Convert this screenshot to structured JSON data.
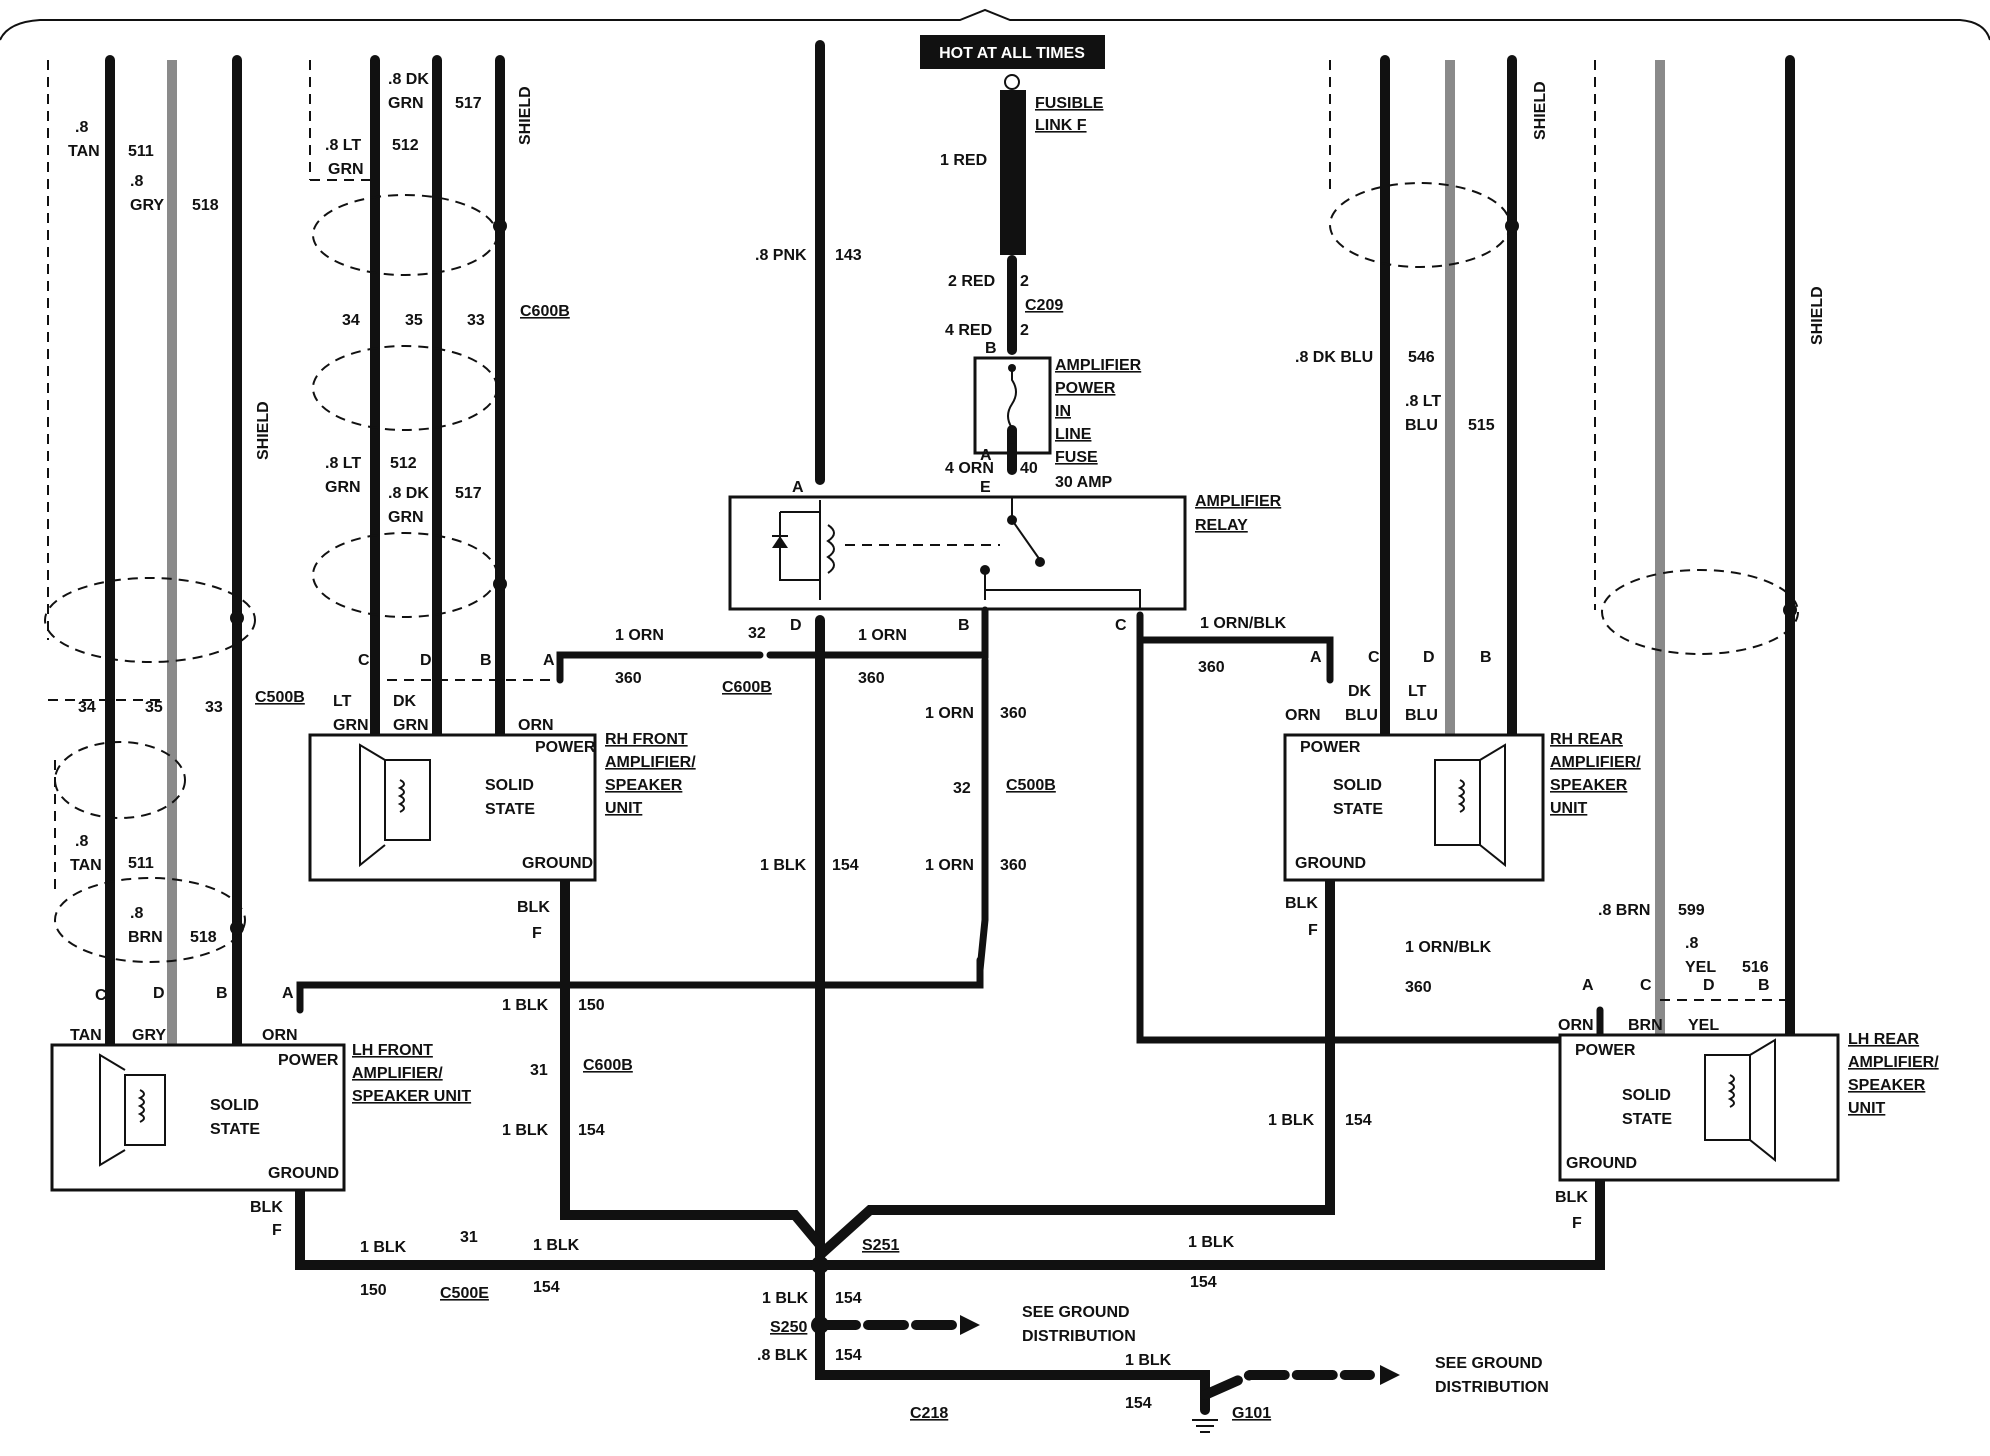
{
  "header": {
    "hot_label": "HOT AT ALL TIMES"
  },
  "fuse_section": {
    "fusible_link_1": "FUSIBLE",
    "fusible_link_2": "LINK F",
    "wire_red_1": "1 RED",
    "wire_red_2": "2 RED",
    "pin_2a": "2",
    "c209": "C209",
    "wire_red_4": "4 RED",
    "pin_2b": "2",
    "pin_b": "B",
    "amp_fuse_1": "AMPLIFIER",
    "amp_fuse_2": "POWER",
    "amp_fuse_3": "IN",
    "amp_fuse_4": "LINE",
    "amp_fuse_5": "FUSE",
    "amp_fuse_6": "30 AMP",
    "pin_a": "A",
    "wire_orn_4": "4 ORN",
    "circuit_40": "40",
    "pin_e": "E"
  },
  "relay": {
    "title_1": "AMPLIFIER",
    "title_2": "RELAY",
    "pin_a": "A",
    "pin_d": "D",
    "pin_b": "B",
    "pin_c": "C",
    "wire_pnk": ".8 PNK",
    "circuit_143": "143"
  },
  "lh_front": {
    "wire_tan": ".8",
    "wire_tan_2": "TAN",
    "circuit_511": "511",
    "wire_gry_1": ".8",
    "wire_gry_2": "GRY",
    "circuit_518": "518",
    "shield": "SHIELD",
    "pin_34": "34",
    "pin_35": "35",
    "pin_33": "33",
    "c500b": "C500B",
    "wire_tan_b1": ".8",
    "wire_tan_b2": "TAN",
    "circuit_511b": "511",
    "wire_brn_1": ".8",
    "wire_brn_2": "BRN",
    "circuit_518b": "518",
    "pin_c": "C",
    "pin_d": "D",
    "pin_b": "B",
    "pin_a": "A",
    "lbl_tan": "TAN",
    "lbl_gry": "GRY",
    "lbl_orn": "ORN",
    "power": "POWER",
    "solid_1": "SOLID",
    "solid_2": "STATE",
    "ground": "GROUND",
    "title_1": "LH FRONT",
    "title_2": "AMPLIFIER/",
    "title_3": "SPEAKER UNIT",
    "blk": "BLK",
    "pin_f": "F"
  },
  "rh_front": {
    "wire_dkgrn_1": ".8 DK",
    "wire_dkgrn_2": "GRN",
    "circuit_517": "517",
    "wire_ltgrn_1": ".8 LT",
    "wire_ltgrn_2": "GRN",
    "circuit_512": "512",
    "shield": "SHIELD",
    "pin_34": "34",
    "pin_35": "35",
    "pin_33": "33",
    "c600b": "C600B",
    "wire_ltgrn_b1": ".8 LT",
    "wire_ltgrn_b2": "GRN",
    "circuit_512b": "512",
    "wire_dkgrn_b1": ".8 DK",
    "wire_dkgrn_b2": "GRN",
    "circuit_517b": "517",
    "pin_c": "C",
    "pin_d": "D",
    "pin_b": "B",
    "pin_a": "A",
    "lbl_lt": "LT",
    "lbl_grn1": "GRN",
    "lbl_dk": "DK",
    "lbl_grn2": "GRN",
    "lbl_orn": "ORN",
    "power": "POWER",
    "solid_1": "SOLID",
    "solid_2": "STATE",
    "ground": "GROUND",
    "title_1": "RH FRONT",
    "title_2": "AMPLIFIER/",
    "title_3": "SPEAKER",
    "title_4": "UNIT",
    "blk": "BLK",
    "pin_f": "F",
    "blk_150": "1 BLK",
    "circuit_150": "150",
    "pin_31": "31",
    "c600b_2": "C600B",
    "blk_154": "1 BLK",
    "circuit_154": "154"
  },
  "orn_circuit": {
    "orn_1": "1 ORN",
    "pin_32": "32",
    "orn_2": "1 ORN",
    "c360_1": "360",
    "c600b": "C600B",
    "c360_2": "360",
    "orn_3": "1 ORN",
    "c360_3": "360",
    "pin_32b": "32",
    "c500b": "C500B",
    "orn_4": "1 ORN",
    "c360_4": "360"
  },
  "center_ground": {
    "blk_1": "1 BLK",
    "c154_1": "154",
    "s251": "S251",
    "blk_2": "1 BLK",
    "c154_2": "154",
    "s250": "S250",
    "blk_3": ".8 BLK",
    "c154_3": "154",
    "see_gnd_1a": "SEE GROUND",
    "see_gnd_1b": "DISTRIBUTION",
    "c218": "C218",
    "blk_4": "1 BLK",
    "c154_4": "154",
    "g101": "G101",
    "see_gnd_2a": "SEE GROUND",
    "see_gnd_2b": "DISTRIBUTION",
    "lh_blk": "1 BLK",
    "pin_31": "31",
    "lh_blk_2": "1 BLK",
    "c150": "150",
    "c500e": "C500E",
    "c154_l": "154",
    "right_blk": "1 BLK",
    "c154_r": "154"
  },
  "rh_rear": {
    "wire_dkblu": ".8 DK BLU",
    "circuit_546": "546",
    "wire_ltblu_1": ".8 LT",
    "wire_ltblu_2": "BLU",
    "circuit_515": "515",
    "shield": "SHIELD",
    "orn_blk": "1 ORN/BLK",
    "c360": "360",
    "pin_a": "A",
    "pin_c": "C",
    "pin_d": "D",
    "pin_b": "B",
    "lbl_orn": "ORN",
    "lbl_dk": "DK",
    "lbl_blu1": "BLU",
    "lbl_lt": "LT",
    "lbl_blu2": "BLU",
    "power": "POWER",
    "solid_1": "SOLID",
    "solid_2": "STATE",
    "ground": "GROUND",
    "title_1": "RH REAR",
    "title_2": "AMPLIFIER/",
    "title_3": "SPEAKER",
    "title_4": "UNIT",
    "blk": "BLK",
    "pin_f": "F",
    "blk_154": "1 BLK",
    "circuit_154": "154"
  },
  "lh_rear": {
    "shield": "SHIELD",
    "orn_blk": "1 ORN/BLK",
    "c360": "360",
    "wire_brn": ".8 BRN",
    "circuit_599": "599",
    "wire_yel_1": ".8",
    "wire_yel_2": "YEL",
    "circuit_516": "516",
    "pin_a": "A",
    "pin_c": "C",
    "pin_d": "D",
    "pin_b": "B",
    "lbl_orn": "ORN",
    "lbl_brn": "BRN",
    "lbl_yel": "YEL",
    "power": "POWER",
    "solid_1": "SOLID",
    "solid_2": "STATE",
    "ground": "GROUND",
    "title_1": "LH REAR",
    "title_2": "AMPLIFIER/",
    "title_3": "SPEAKER",
    "title_4": "UNIT",
    "blk": "BLK",
    "pin_f": "F"
  }
}
